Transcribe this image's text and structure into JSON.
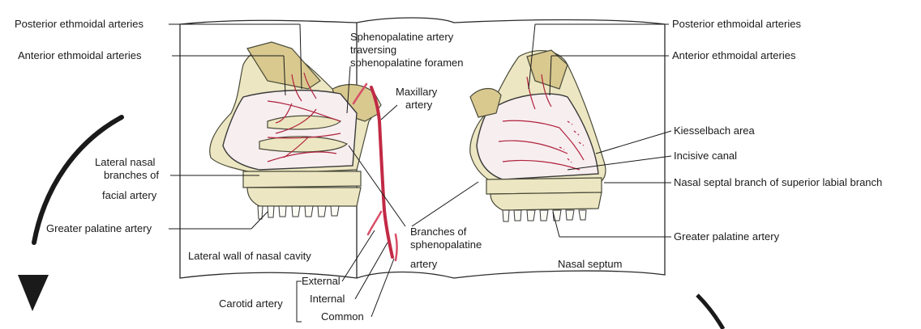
{
  "labels": {
    "left_posterior_ethmoidal": "Posterior ethmoidal arteries",
    "left_anterior_ethmoidal": "Anterior ethmoidal arteries",
    "sphenopalatine_line1": "Sphenopalatine artery",
    "sphenopalatine_line2": "traversing",
    "sphenopalatine_line3": "sphenopalatine foramen",
    "maxillary_line1": "Maxillary",
    "maxillary_line2": "artery",
    "lateral_nasal_line1": "Lateral nasal",
    "lateral_nasal_line2": "branches of",
    "lateral_nasal_line3": "facial artery",
    "left_greater_palatine": "Greater palatine artery",
    "branches_line1": "Branches of",
    "branches_line2": "sphenopalatine",
    "branches_line3": "artery",
    "lateral_wall": "Lateral wall of nasal cavity",
    "carotid_artery": "Carotid artery",
    "carotid_external": "External",
    "carotid_internal": "Internal",
    "carotid_common": "Common",
    "right_posterior_ethmoidal": "Posterior ethmoidal arteries",
    "right_anterior_ethmoidal": "Anterior ethmoidal arteries",
    "kiesselbach": "Kiesselbach area",
    "incisive_canal": "Incisive canal",
    "nasal_septal_branch": "Nasal septal branch of superior labial branch",
    "right_greater_palatine": "Greater palatine artery",
    "nasal_septum": "Nasal septum"
  },
  "icons": {
    "curved_arrow": "curved-arrow-down-icon"
  },
  "colors": {
    "artery": "#c22a45",
    "bone": "#ece7c2",
    "mucosa": "#f7eef0"
  }
}
